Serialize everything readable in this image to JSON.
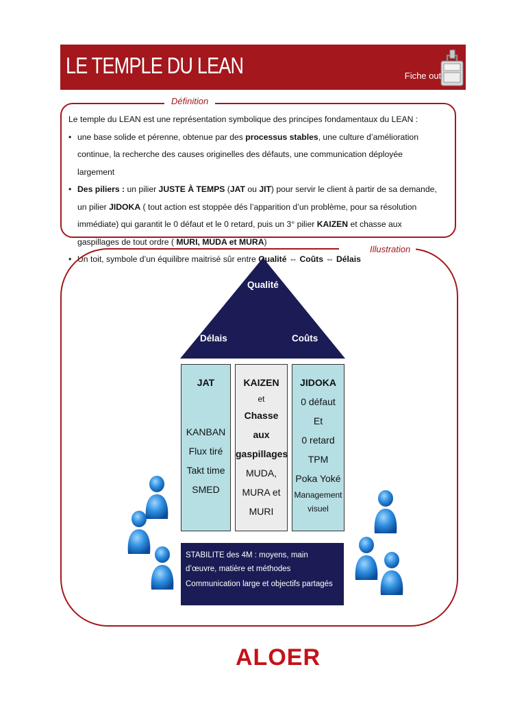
{
  "header": {
    "title": "LE TEMPLE DU LEAN",
    "badge": "Fiche outil"
  },
  "definition": {
    "label": "Définition",
    "intro": "Le temple du LEAN est une représentation symbolique des principes fondamentaux du LEAN :",
    "b1": {
      "t1": "une base solide et pérenne, obtenue par des ",
      "b1": "processus stables",
      "t2": ", une culture d’amélioration continue, la recherche des causes originelles des défauts, une communication déployée largement"
    },
    "b2": {
      "b1": "Des piliers :",
      "t1": " un pilier ",
      "b2": "JUSTE À TEMPS",
      "t2": " (",
      "b3": "JAT",
      "t3": " ou ",
      "b4": "JIT",
      "t4": ") pour servir le client à partir de sa demande, un pilier ",
      "b5": "JIDOKA",
      "t5": " ( tout action est stoppée dés l’apparition d’un problème, pour sa résolution immédiate)  qui garantit le 0 défaut et le 0 retard, puis un 3° pilier ",
      "b6": "KAIZEN",
      "t6": " et chasse aux gaspillages de tout ordre ( ",
      "b7": "MURI, MUDA et MURA",
      "t7": ")"
    },
    "b3": {
      "t1": "Un toit, symbole d’un équilibre maitrisé sûr entre ",
      "b1": "Qualité ⇔ Coûts ⇔ Délais"
    }
  },
  "illustration": {
    "label": "Illustration",
    "roof": {
      "top": "Qualité",
      "left": "Délais",
      "right": "Coûts"
    },
    "pillar1": {
      "title": "JAT",
      "l1": "KANBAN",
      "l2": "Flux tiré",
      "l3": "Takt time",
      "l4": "SMED"
    },
    "pillar2": {
      "title": "KAIZEN",
      "l1": "et",
      "l2": "Chasse aux",
      "l3": "gaspillages",
      "l4": "MUDA,",
      "l5": "MURA et",
      "l6": "MURI"
    },
    "pillar3": {
      "title": "JIDOKA",
      "l1": "0 défaut",
      "l2": "Et",
      "l3": "0 retard",
      "l4": "TPM",
      "l5": "Poka Yoké",
      "l6": "Management",
      "l7": "visuel"
    },
    "base": {
      "l1": "STABILITE des 4M : moyens, main d’œuvre, matière et méthodes",
      "l2": "Communication large et objectifs partagés"
    }
  },
  "footer": {
    "logo": "ALOER"
  },
  "colors": {
    "brand_red": "#a3171d",
    "navy": "#1b1c55",
    "pillar_blue": "#b6dfe4",
    "pillar_grey": "#ececec"
  },
  "icons": [
    "toolbox-icon",
    "person-icon"
  ]
}
